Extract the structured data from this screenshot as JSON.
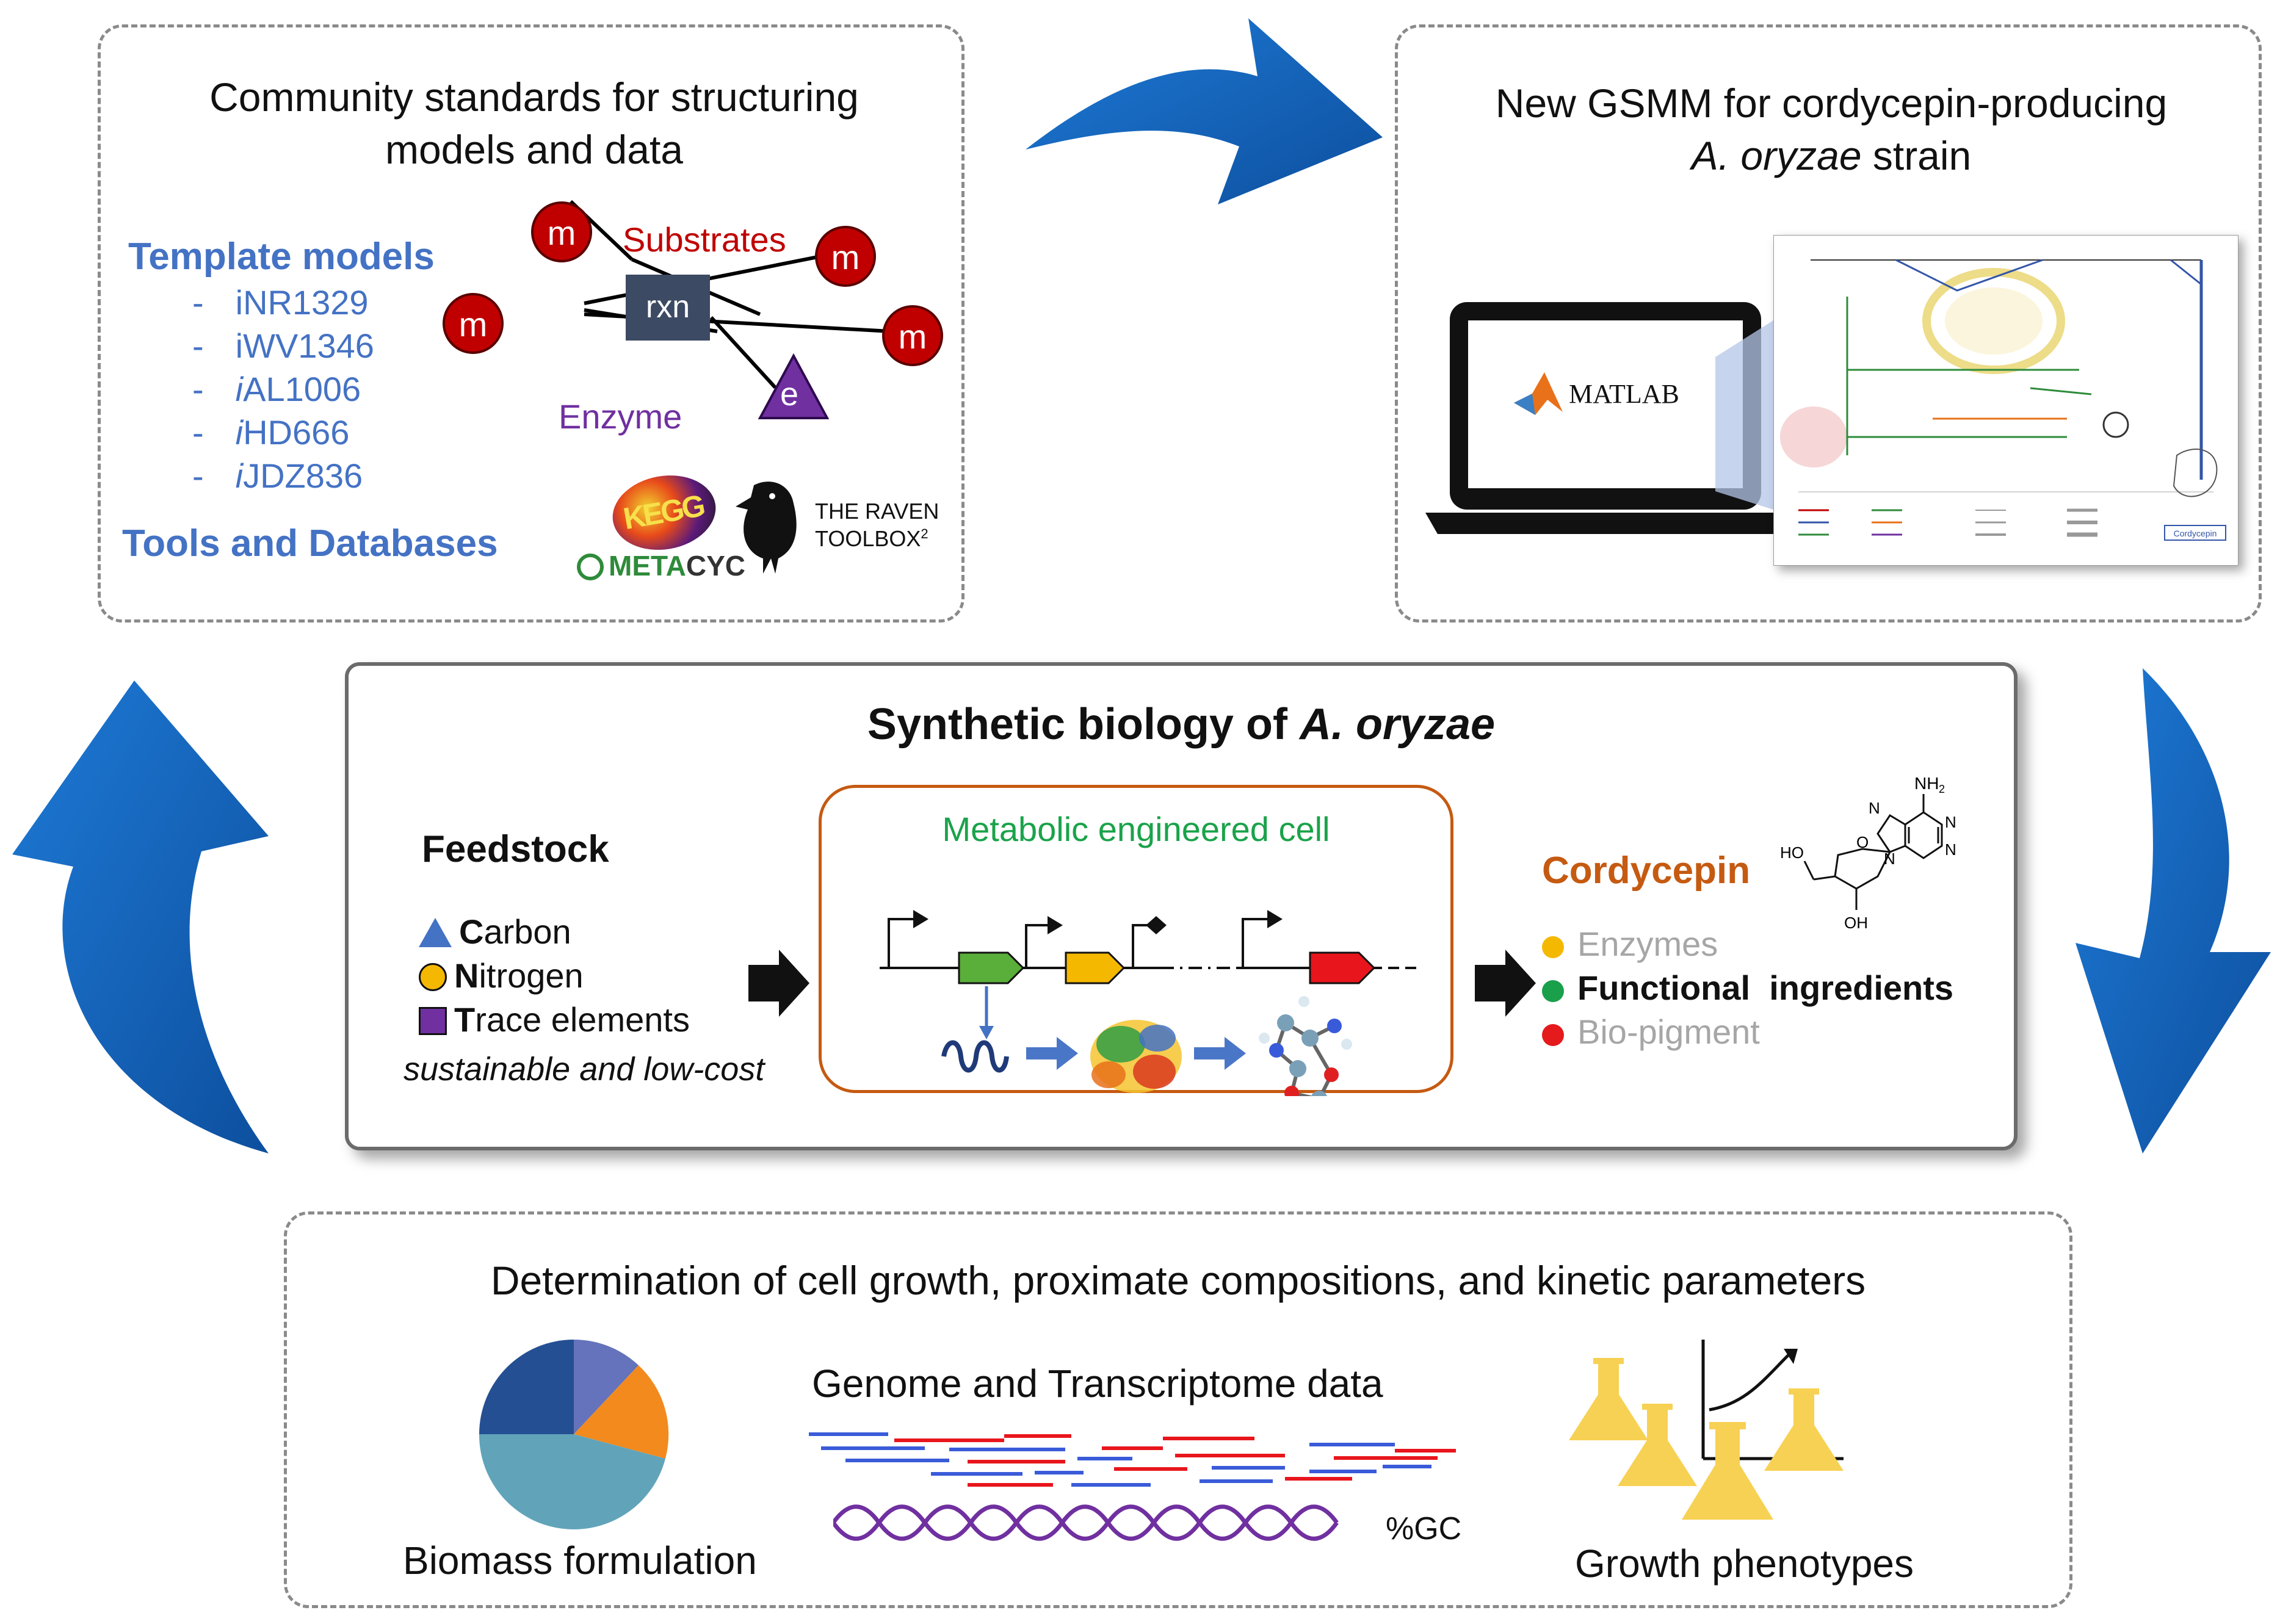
{
  "panel_top_left": {
    "title_line1": "Community standards for structuring",
    "title_line2": "models and data",
    "template_models_heading": "Template models",
    "template_models": [
      {
        "prefix": "-",
        "italic": "",
        "rest": "iNR1329"
      },
      {
        "prefix": "-",
        "italic": "",
        "rest": "iWV1346"
      },
      {
        "prefix": "-",
        "italic": "i",
        "rest": "AL1006"
      },
      {
        "prefix": "-",
        "italic": "i",
        "rest": "HD666"
      },
      {
        "prefix": "-",
        "italic": "i",
        "rest": "JDZ836"
      }
    ],
    "tools_heading": "Tools and Databases",
    "network": {
      "metabolite_label": "m",
      "reaction_label": "rxn",
      "enzyme_label": "e",
      "substrates_label": "Substrates",
      "enzyme_caption": "Enzyme"
    },
    "logos": {
      "kegg": "KEGG",
      "raven_line1": "THE RAVEN",
      "raven_line2": "TOOLBOX",
      "raven_superscript": "2",
      "metacyc_meta": "META",
      "metacyc_cyc": "CYC"
    }
  },
  "panel_top_right": {
    "title_line1": "New GSMM for cordycepin-producing",
    "title_italic": "A. oryzae",
    "title_rest": " strain",
    "matlab_label": "MATLAB",
    "map_product_label": "Cordycepin"
  },
  "panel_middle": {
    "title_prefix": "Synthetic biology of ",
    "title_italic": "A. oryzae",
    "feedstock_heading": "Feedstock",
    "feedstock_items": [
      {
        "initial": "C",
        "rest": "arbon",
        "shape": "triangle",
        "color": "#4472c4"
      },
      {
        "initial": "N",
        "rest": "itrogen",
        "shape": "circle",
        "color": "#f5b800"
      },
      {
        "initial": "T",
        "rest": "race elements",
        "shape": "square",
        "color": "#7030a0"
      }
    ],
    "feedstock_note": "sustainable and low-cost",
    "cell_title": "Metabolic engineered cell",
    "product_heading": "Cordycepin",
    "molecule_labels": {
      "nh2": "NH",
      "nh2_sub": "2",
      "ho": "HO",
      "oh": "OH",
      "n": "N",
      "o": "O"
    },
    "outputs": [
      {
        "label": "Enzymes",
        "color": "#f5b800",
        "text_color": "#a6a6a6",
        "bold": false
      },
      {
        "label": "Functional  ingredients",
        "color": "#1a9f4b",
        "text_color": "#111111",
        "bold": true
      },
      {
        "label": "Bio-pigment",
        "color": "#e41a1c",
        "text_color": "#a6a6a6",
        "bold": false
      }
    ]
  },
  "panel_bottom": {
    "title": "Determination of cell growth, proximate compositions, and kinetic parameters",
    "biomass_label": "Biomass formulation",
    "genome_label": "Genome and Transcriptome data",
    "gc_label": "%GC",
    "growth_label": "Growth phenotypes"
  },
  "colors": {
    "cycle_arrow": "#1565c0",
    "metabolite": "#c00000",
    "reaction": "#3c4a63",
    "enzyme": "#7030a0",
    "cell_border": "#c55a11",
    "cell_title": "#1aa34a",
    "cordycepin": "#c55a11",
    "flask": "#f7d154"
  }
}
